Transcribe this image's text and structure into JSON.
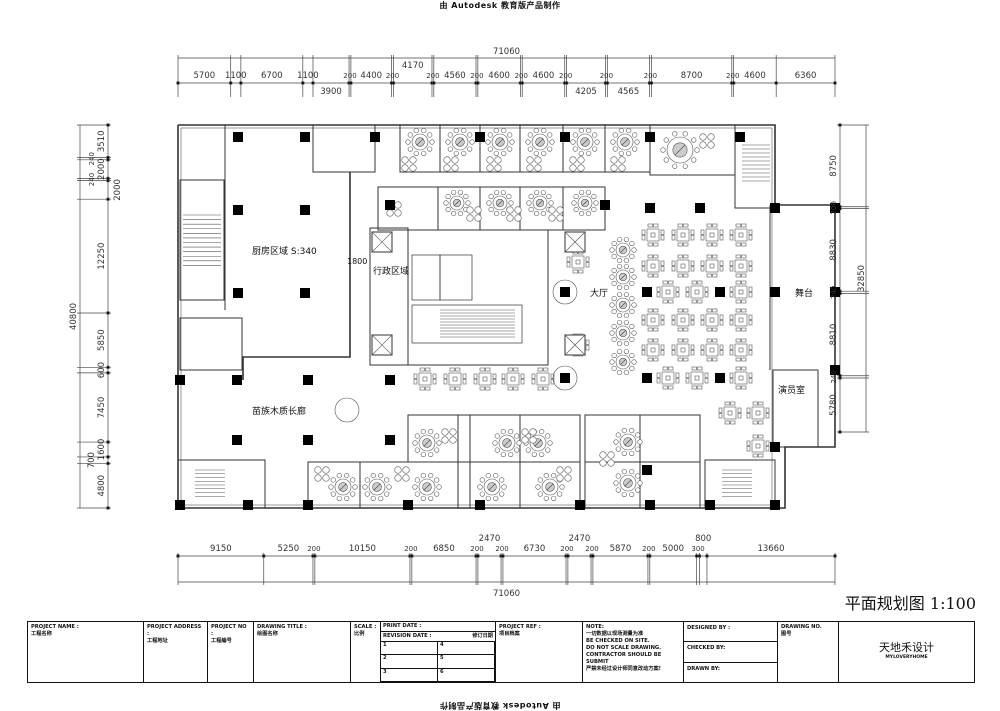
{
  "header_watermark": "由 Autodesk 教育版产品制作",
  "footer_watermark": "由 Autodesk 教育版产品制作",
  "plan_title": "平面规划图 1:100",
  "dimensions": {
    "top_total": "71060",
    "top_segments": [
      "5700",
      "1100",
      "6700",
      "1100",
      "3900",
      "200",
      "4400",
      "200",
      "4170",
      "200",
      "4560",
      "200",
      "4600",
      "200",
      "4600",
      "200",
      "4205",
      "200",
      "4565",
      "200",
      "8700",
      "200",
      "4600",
      "6360"
    ],
    "bottom_total": "71060",
    "bottom_segments": [
      "9150",
      "5250",
      "200",
      "10150",
      "200",
      "6850",
      "200",
      "2470",
      "200",
      "6730",
      "200",
      "2470",
      "200",
      "5870",
      "200",
      "5000",
      "300",
      "800",
      "13660"
    ],
    "left_total": "40800",
    "left_segments": [
      "3510",
      "240",
      "2000",
      "240",
      "2000",
      "12250",
      "5850",
      "600",
      "7450",
      "1600",
      "700",
      "4800"
    ],
    "right_total": "32850",
    "right_segments": [
      "8750",
      "200",
      "8830",
      "240",
      "8810",
      "240",
      "5780"
    ],
    "corridor_width": "1800"
  },
  "rooms": {
    "kitchen": "厨房区域 S:340",
    "admin": "行政区域",
    "hall": "大厅",
    "stage": "舞台",
    "green_room": "演员室",
    "corridor": "苗族木质长廊"
  },
  "title_block": {
    "project_name": "PROJECT NAME :",
    "project_name_cn": "工程名称",
    "project_address": "PROJECT ADDRESS :",
    "project_address_cn": "工程地址",
    "project_no": "PROJECT NO :",
    "project_no_cn": "工程编号",
    "drawing_title": "DRAWING TITLE :",
    "drawing_title_cn": "绘图名称",
    "scale": "SCALE :",
    "scale_cn": "比例",
    "print_date": "PRINT  DATE :",
    "revision_date": "REVISION DATE :",
    "revision_date_cn": "修订日期",
    "revisions": [
      "1",
      "4",
      "2",
      "5",
      "3",
      "6"
    ],
    "project_ref": "PROJECT REF :",
    "project_ref_cn": "项目档案",
    "note_title": "NOTE:",
    "note_lines": [
      "一切数据以现场测量为准",
      "BE CHECKED ON SITE.",
      "DO NOT SCALE DRAWING.",
      "CONTRACTOR SHOULD BE SUBMIT",
      "严禁未经过设计师同意改动方案!"
    ],
    "designed_by": "DESIGNED BY :",
    "checked_by": "CHECKED BY:",
    "drawn_by": "DRAWN BY:",
    "drawing_no": "DRAWING NO.",
    "drawing_no_cn": "图号",
    "brand_cn": "天地禾设计",
    "brand_en": "MYLOVERYHOME"
  }
}
